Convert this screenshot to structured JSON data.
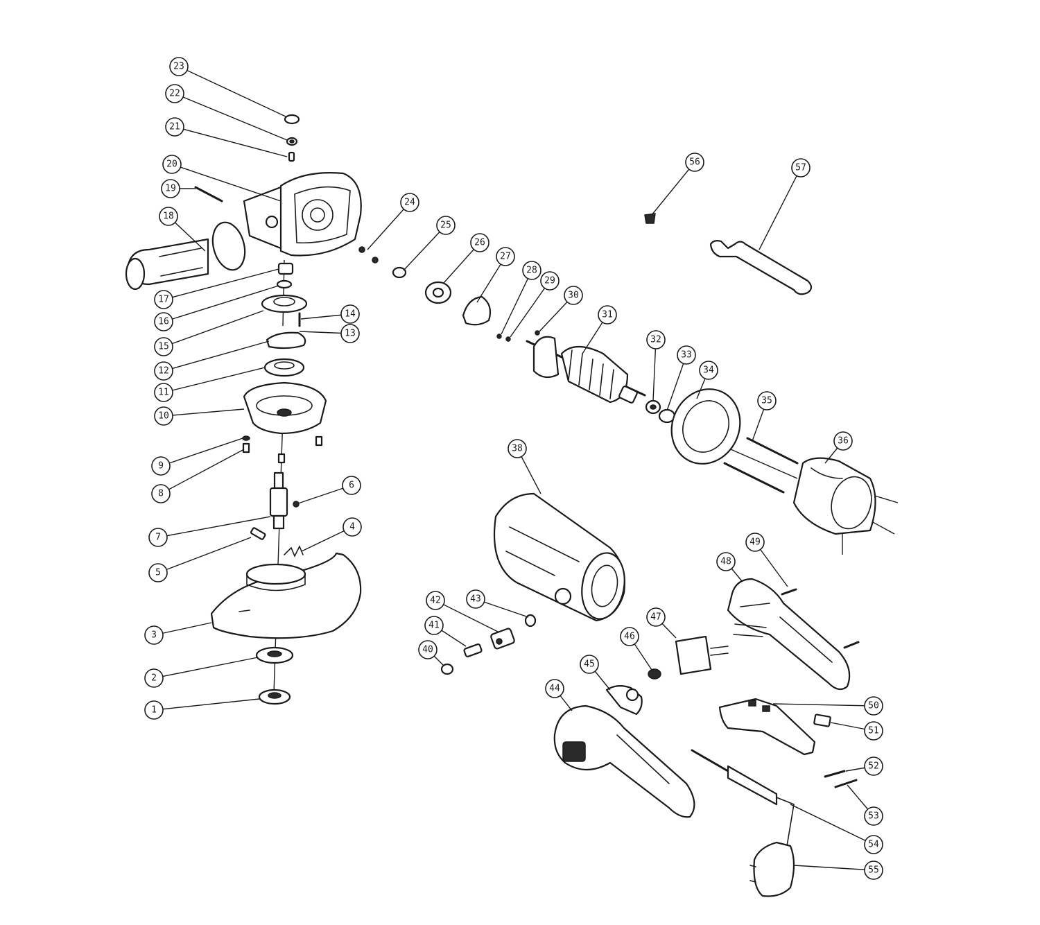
{
  "callouts": [
    {
      "id": "1",
      "label": "①"
    },
    {
      "id": "2",
      "label": "②"
    },
    {
      "id": "3",
      "label": "③"
    },
    {
      "id": "4",
      "label": "④"
    },
    {
      "id": "5",
      "label": "⑤"
    },
    {
      "id": "6",
      "label": "⑥"
    },
    {
      "id": "7",
      "label": "⑦"
    },
    {
      "id": "8",
      "label": "⑧"
    },
    {
      "id": "9",
      "label": "⑨"
    },
    {
      "id": "10",
      "label": "⑩"
    },
    {
      "id": "11",
      "label": "⑪"
    },
    {
      "id": "12",
      "label": "⑫"
    },
    {
      "id": "13",
      "label": "⑬"
    },
    {
      "id": "14",
      "label": "⑭"
    },
    {
      "id": "15",
      "label": "⑮"
    },
    {
      "id": "16",
      "label": "⑯"
    },
    {
      "id": "17",
      "label": "⑰"
    },
    {
      "id": "18",
      "label": "⑱"
    },
    {
      "id": "19",
      "label": "⑲"
    },
    {
      "id": "20",
      "label": "⑳"
    },
    {
      "id": "21",
      "label": "㉑"
    },
    {
      "id": "22",
      "label": "㉒"
    },
    {
      "id": "23",
      "label": "㉓"
    },
    {
      "id": "24",
      "label": "㉔"
    },
    {
      "id": "25",
      "label": "㉕"
    },
    {
      "id": "26",
      "label": "㉖"
    },
    {
      "id": "27",
      "label": "㉗"
    },
    {
      "id": "28",
      "label": "㉘"
    },
    {
      "id": "29",
      "label": "㉙"
    },
    {
      "id": "30",
      "label": "㉚"
    },
    {
      "id": "31",
      "label": "㉛"
    },
    {
      "id": "32",
      "label": "㉜"
    },
    {
      "id": "33",
      "label": "㉝"
    },
    {
      "id": "34",
      "label": "㉞"
    },
    {
      "id": "35",
      "label": "㉟"
    },
    {
      "id": "36",
      "label": "㊱"
    },
    {
      "id": "38",
      "label": "㊳"
    },
    {
      "id": "40",
      "label": "㊵"
    },
    {
      "id": "41",
      "label": "㊶"
    },
    {
      "id": "42",
      "label": "㊷"
    },
    {
      "id": "43",
      "label": "㊸"
    },
    {
      "id": "44",
      "label": "㊹"
    },
    {
      "id": "45",
      "label": "㊺"
    },
    {
      "id": "46",
      "label": "㊻"
    },
    {
      "id": "47",
      "label": "㊼"
    },
    {
      "id": "48",
      "label": "㊽"
    },
    {
      "id": "49",
      "label": "㊾"
    },
    {
      "id": "50",
      "label": "㊿"
    },
    {
      "id": "51",
      "label": "51"
    },
    {
      "id": "52",
      "label": "52"
    },
    {
      "id": "53",
      "label": "53"
    },
    {
      "id": "54",
      "label": "54"
    },
    {
      "id": "55",
      "label": "55"
    },
    {
      "id": "56",
      "label": "56"
    },
    {
      "id": "57",
      "label": "57"
    }
  ]
}
